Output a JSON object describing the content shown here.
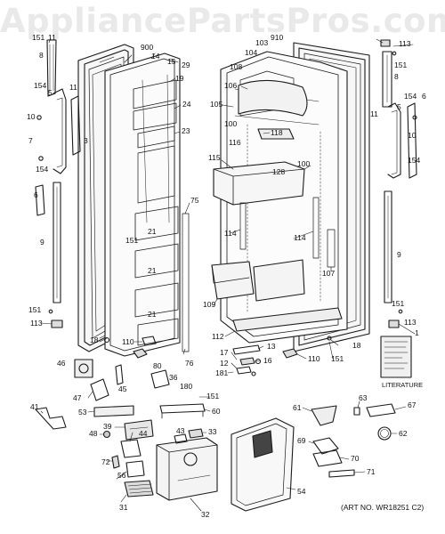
{
  "watermark": "AppliancePartsPros.com",
  "literature_label": "LITERATURE",
  "art_number": "(ART NO. WR18251 C2)",
  "part_labels": [
    {
      "key": "p151a",
      "text": "151"
    },
    {
      "key": "p11a",
      "text": "11"
    },
    {
      "key": "p8a",
      "text": "8"
    },
    {
      "key": "p154a",
      "text": "154"
    },
    {
      "key": "p11b",
      "text": "11"
    },
    {
      "key": "p5a",
      "text": "5"
    },
    {
      "key": "p10a",
      "text": "10"
    },
    {
      "key": "p3a",
      "text": "3"
    },
    {
      "key": "p7a",
      "text": "7"
    },
    {
      "key": "p154b",
      "text": "154"
    },
    {
      "key": "p6a",
      "text": "6"
    },
    {
      "key": "p9a",
      "text": "9"
    },
    {
      "key": "p151b",
      "text": "151"
    },
    {
      "key": "p113a",
      "text": "113"
    },
    {
      "key": "p18a",
      "text": "18"
    },
    {
      "key": "p110a",
      "text": "110"
    },
    {
      "key": "p80",
      "text": "80"
    },
    {
      "key": "p76",
      "text": "76"
    },
    {
      "key": "p900",
      "text": "900"
    },
    {
      "key": "p14",
      "text": "14"
    },
    {
      "key": "p15",
      "text": "15"
    },
    {
      "key": "p29",
      "text": "29"
    },
    {
      "key": "p19",
      "text": "19"
    },
    {
      "key": "p24",
      "text": "24"
    },
    {
      "key": "p23",
      "text": "23"
    },
    {
      "key": "p75",
      "text": "75"
    },
    {
      "key": "p151c",
      "text": "151"
    },
    {
      "key": "p21a",
      "text": "21"
    },
    {
      "key": "p21b",
      "text": "21"
    },
    {
      "key": "p21c",
      "text": "21"
    },
    {
      "key": "p910",
      "text": "910"
    },
    {
      "key": "p103",
      "text": "103"
    },
    {
      "key": "p104",
      "text": "104"
    },
    {
      "key": "p108",
      "text": "108"
    },
    {
      "key": "p106",
      "text": "106"
    },
    {
      "key": "p105",
      "text": "105"
    },
    {
      "key": "p100a",
      "text": "100"
    },
    {
      "key": "p116",
      "text": "116"
    },
    {
      "key": "p118",
      "text": "118"
    },
    {
      "key": "p115",
      "text": "115"
    },
    {
      "key": "p128",
      "text": "128"
    },
    {
      "key": "p100b",
      "text": "100"
    },
    {
      "key": "p114a",
      "text": "114"
    },
    {
      "key": "p114b",
      "text": "114"
    },
    {
      "key": "p107",
      "text": "107"
    },
    {
      "key": "p109",
      "text": "109"
    },
    {
      "key": "p112",
      "text": "112"
    },
    {
      "key": "p13",
      "text": "13"
    },
    {
      "key": "p17",
      "text": "17"
    },
    {
      "key": "p16",
      "text": "16"
    },
    {
      "key": "p12",
      "text": "12"
    },
    {
      "key": "p181",
      "text": "181"
    },
    {
      "key": "p110b",
      "text": "110"
    },
    {
      "key": "p151d",
      "text": "151"
    },
    {
      "key": "p18b",
      "text": "18"
    },
    {
      "key": "p113b",
      "text": "113"
    },
    {
      "key": "p151e",
      "text": "151"
    },
    {
      "key": "p8b",
      "text": "8"
    },
    {
      "key": "p5b",
      "text": "5"
    },
    {
      "key": "p154c",
      "text": "154"
    },
    {
      "key": "p10b",
      "text": "10"
    },
    {
      "key": "p6b",
      "text": "6"
    },
    {
      "key": "p11c",
      "text": "11"
    },
    {
      "key": "p154d",
      "text": "154"
    },
    {
      "key": "p9b",
      "text": "9"
    },
    {
      "key": "p151f",
      "text": "151"
    },
    {
      "key": "p113c",
      "text": "113"
    },
    {
      "key": "p1",
      "text": "1"
    },
    {
      "key": "p46",
      "text": "46"
    },
    {
      "key": "p45",
      "text": "45"
    },
    {
      "key": "p36",
      "text": "36"
    },
    {
      "key": "p180",
      "text": "180"
    },
    {
      "key": "p151g",
      "text": "151"
    },
    {
      "key": "p47",
      "text": "47"
    },
    {
      "key": "p41",
      "text": "41"
    },
    {
      "key": "p53",
      "text": "53"
    },
    {
      "key": "p60",
      "text": "60"
    },
    {
      "key": "p39",
      "text": "39"
    },
    {
      "key": "p48",
      "text": "48"
    },
    {
      "key": "p44",
      "text": "44"
    },
    {
      "key": "p33",
      "text": "33"
    },
    {
      "key": "p43",
      "text": "43"
    },
    {
      "key": "p72",
      "text": "72"
    },
    {
      "key": "p56",
      "text": "56"
    },
    {
      "key": "p31",
      "text": "31"
    },
    {
      "key": "p32",
      "text": "32"
    },
    {
      "key": "p54",
      "text": "54"
    },
    {
      "key": "p61",
      "text": "61"
    },
    {
      "key": "p63",
      "text": "63"
    },
    {
      "key": "p67",
      "text": "67"
    },
    {
      "key": "p62",
      "text": "62"
    },
    {
      "key": "p69",
      "text": "69"
    },
    {
      "key": "p70",
      "text": "70"
    },
    {
      "key": "p71",
      "text": "71"
    }
  ]
}
